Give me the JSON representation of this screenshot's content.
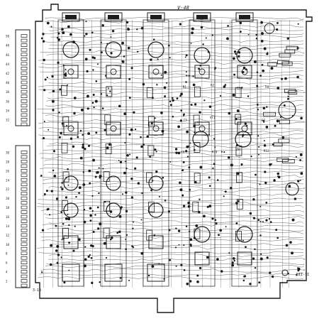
{
  "board": {
    "marking_top": "V-48",
    "marking_bottom_left": "3-13",
    "marking_right_vertical": "DII-II",
    "stroke_color": "#1c1c1c",
    "paper_color": "#ffffff"
  },
  "connector_upper": {
    "numbers": [
      "50",
      "48",
      "46",
      "44",
      "42",
      "40",
      "38",
      "36",
      "34",
      "32"
    ]
  },
  "connector_lower": {
    "numbers": [
      "30",
      "28",
      "26",
      "24",
      "22",
      "20",
      "18",
      "16",
      "14",
      "12",
      "10",
      "8",
      "6",
      "4",
      "2"
    ]
  },
  "component_labels": [
    "R1",
    "R2",
    "C3",
    "R4",
    "C5",
    "VT1",
    "VT2",
    "R7",
    "C8",
    "R10",
    "VD1",
    "R12"
  ]
}
